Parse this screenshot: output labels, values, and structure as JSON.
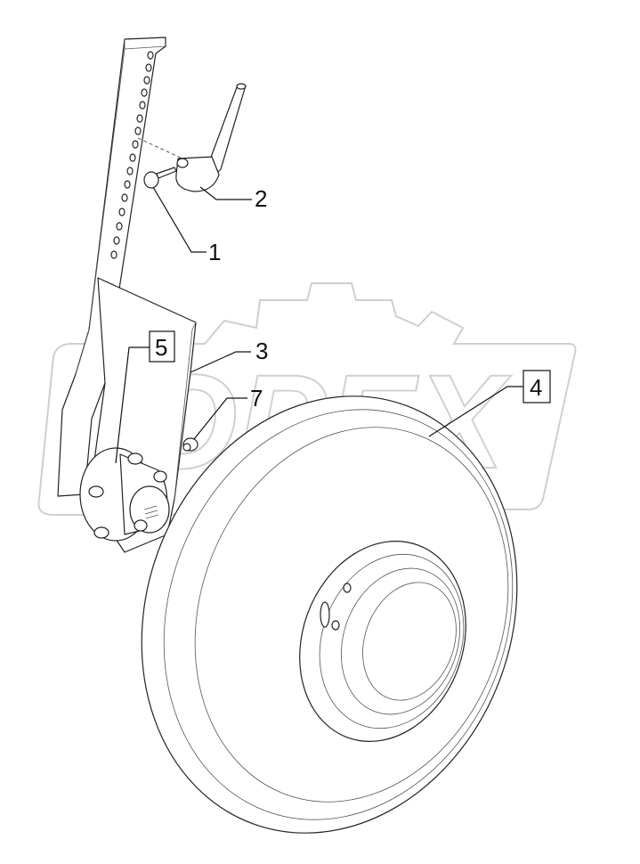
{
  "watermark": {
    "text": "OPEX"
  },
  "callouts": [
    {
      "id": "1",
      "boxed": false
    },
    {
      "id": "2",
      "boxed": false
    },
    {
      "id": "3",
      "boxed": false
    },
    {
      "id": "4",
      "boxed": true
    },
    {
      "id": "5",
      "boxed": true
    },
    {
      "id": "7",
      "boxed": false
    }
  ],
  "colors": {
    "line": "#222222",
    "watermark": "#cfcfcf",
    "background": "#ffffff"
  }
}
